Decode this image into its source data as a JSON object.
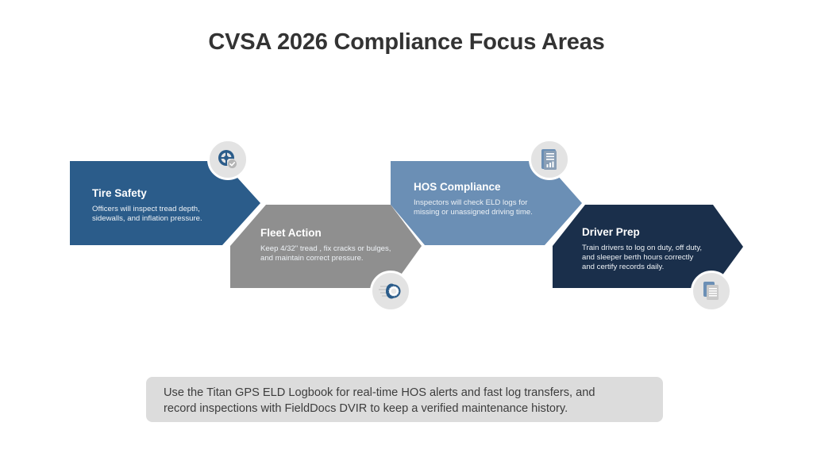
{
  "title": "CVSA 2026 Compliance Focus Areas",
  "colors": {
    "tire_safety": "#2B5C8A",
    "fleet_action": "#8F8F8F",
    "hos_compliance": "#6B8FB5",
    "driver_prep": "#1A2F4B",
    "icon_circle": "#E3E3E3",
    "footer_bg": "#DCDCDC",
    "title_text": "#333333"
  },
  "steps": [
    {
      "title": "Tire Safety",
      "body_lines": [
        "Officers will inspect tread depth,",
        "sidewalls, and inflation pressure."
      ],
      "icon": "tire-gauge-check-icon"
    },
    {
      "title": "Fleet Action",
      "body_lines": [
        "Keep 4/32\" tread , fix cracks or bulges,",
        "and maintain correct pressure."
      ],
      "icon": "moving-tire-icon"
    },
    {
      "title": "HOS Compliance",
      "body_lines": [
        "Inspectors will check ELD logs for",
        "missing or unassigned driving time."
      ],
      "icon": "report-chart-document-icon"
    },
    {
      "title": "Driver Prep",
      "body_lines": [
        "Train drivers to log on duty, off duty,",
        "and sleeper berth hours correctly",
        "and certify records daily."
      ],
      "icon": "stacked-documents-icon"
    }
  ],
  "footer": {
    "line1": "Use the Titan GPS ELD Logbook for real-time HOS alerts and fast log transfers, and",
    "line2": "record inspections with FieldDocs DVIR to keep a verified maintenance history."
  }
}
